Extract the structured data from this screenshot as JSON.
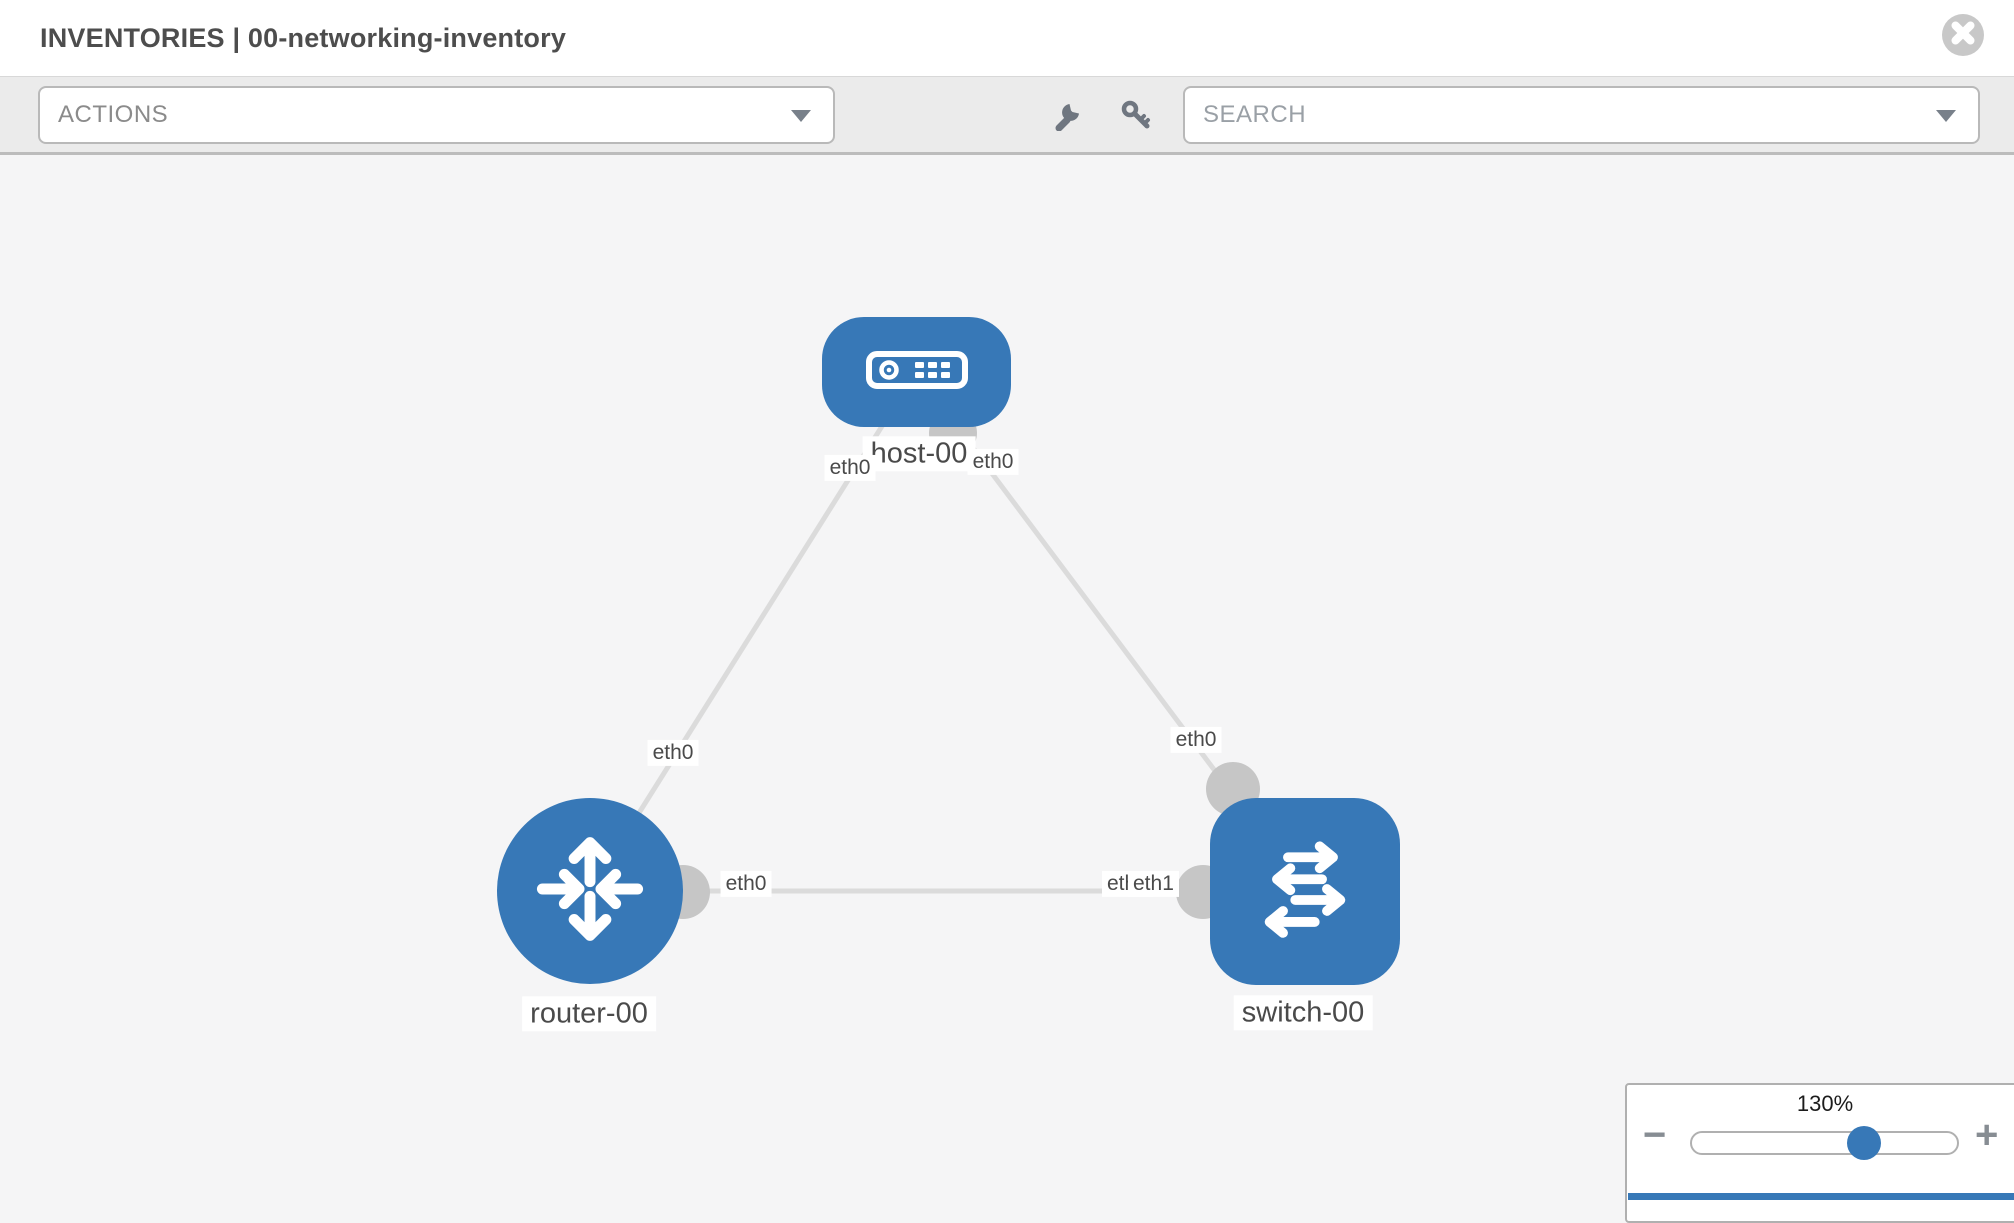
{
  "header": {
    "title": "INVENTORIES | 00-networking-inventory"
  },
  "toolbar": {
    "actions_label": "ACTIONS",
    "search_placeholder": "SEARCH"
  },
  "topology": {
    "accent_color": "#3778b7",
    "link_color": "#dbdbdb",
    "interface_dot_color": "#c6c6c6",
    "nodes": [
      {
        "label": "host-00",
        "type": "host"
      },
      {
        "label": "router-00",
        "type": "router"
      },
      {
        "label": "switch-00",
        "type": "switch"
      }
    ],
    "links": [
      {
        "from": "host-00",
        "to": "router-00",
        "from_interface": "eth0",
        "to_interface": "eth0"
      },
      {
        "from": "host-00",
        "to": "switch-00",
        "from_interface": "eth0",
        "to_interface": "eth0"
      },
      {
        "from": "router-00",
        "to": "switch-00",
        "from_interface": "eth0",
        "to_interface": "eth1",
        "occluded_label": "eth0"
      }
    ]
  },
  "zoom_control": {
    "level": "130%",
    "zoom_out": "−",
    "zoom_in": "+"
  }
}
